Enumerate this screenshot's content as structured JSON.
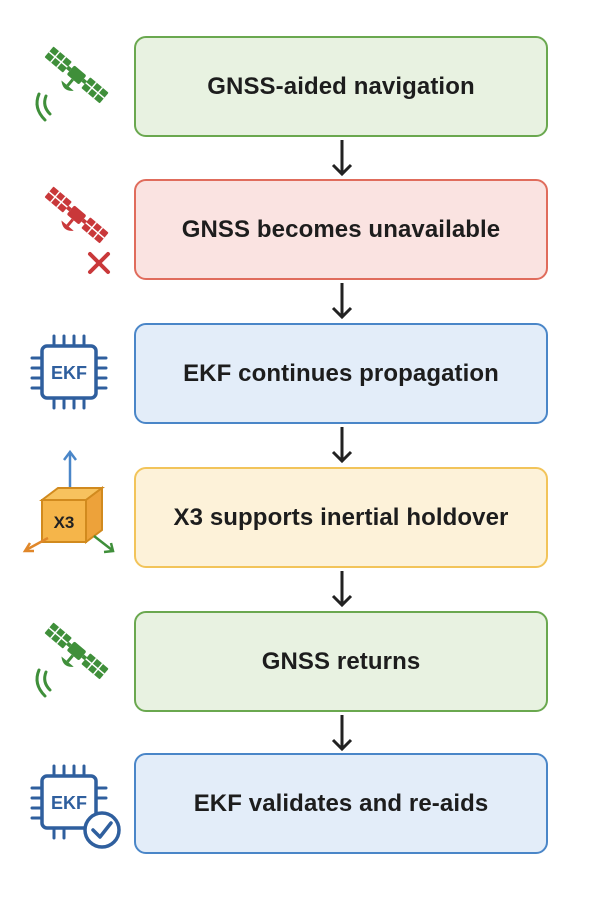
{
  "steps": [
    {
      "label": "GNSS-aided navigation",
      "icon": "satellite-icon",
      "fill": "#e8f2e1",
      "border": "#6aa84f"
    },
    {
      "label": "GNSS becomes unavailable",
      "icon": "satellite-lost-icon",
      "fill": "#fae3e1",
      "border": "#e06c5c"
    },
    {
      "label": "EKF continues propagation",
      "icon": "ekf-chip-icon",
      "fill": "#e3edf9",
      "border": "#4a86c8"
    },
    {
      "label": "X3 supports inertial holdover",
      "icon": "x3-imu-cube-icon",
      "fill": "#fdf2d9",
      "border": "#f2c45a"
    },
    {
      "label": "GNSS returns",
      "icon": "satellite-icon",
      "fill": "#e8f2e1",
      "border": "#6aa84f"
    },
    {
      "label": "EKF validates and re-aids",
      "icon": "ekf-chip-check-icon",
      "fill": "#e3edf9",
      "border": "#4a86c8"
    }
  ],
  "icon_texts": {
    "ekf_chip": "EKF",
    "ekf_chip_check": "EKF",
    "imu_cube": "X3"
  },
  "colors": {
    "green": "#3f8f3a",
    "red": "#c9383a",
    "blue": "#2f5f9e",
    "orange": "#f0a63a",
    "arrow": "#222222"
  }
}
